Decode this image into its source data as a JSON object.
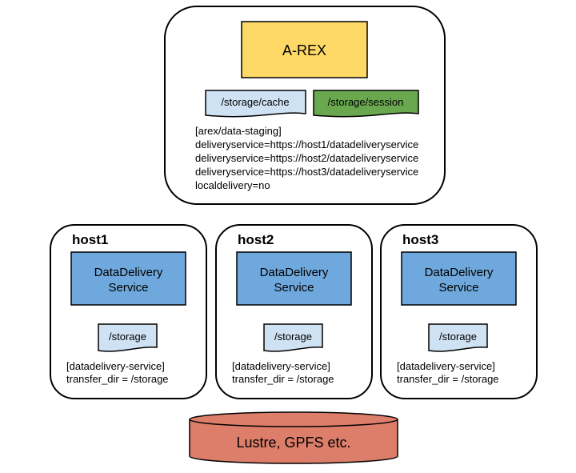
{
  "arex": {
    "title": "A-REX",
    "cache": "/storage/cache",
    "session": "/storage/session",
    "config": [
      "[arex/data-staging]",
      "deliveryservice=https://host1/datadeliveryservice",
      "deliveryservice=https://host2/datadeliveryservice",
      "deliveryservice=https://host3/datadeliveryservice",
      "localdelivery=no"
    ]
  },
  "hosts": [
    {
      "name": "host1",
      "service_line1": "DataDelivery",
      "service_line2": "Service",
      "storage": "/storage",
      "config": [
        "[datadelivery-service]",
        "transfer_dir = /storage"
      ]
    },
    {
      "name": "host2",
      "service_line1": "DataDelivery",
      "service_line2": "Service",
      "storage": "/storage",
      "config": [
        "[datadelivery-service]",
        "transfer_dir = /storage"
      ]
    },
    {
      "name": "host3",
      "service_line1": "DataDelivery",
      "service_line2": "Service",
      "storage": "/storage",
      "config": [
        "[datadelivery-service]",
        "transfer_dir = /storage"
      ]
    }
  ],
  "filesystem": "Lustre, GPFS etc.",
  "colors": {
    "arex": "#ffd966",
    "cache": "#cfe2f3",
    "session": "#6aa84f",
    "service": "#6fa8dc",
    "filesystem": "#dd7e6b"
  }
}
